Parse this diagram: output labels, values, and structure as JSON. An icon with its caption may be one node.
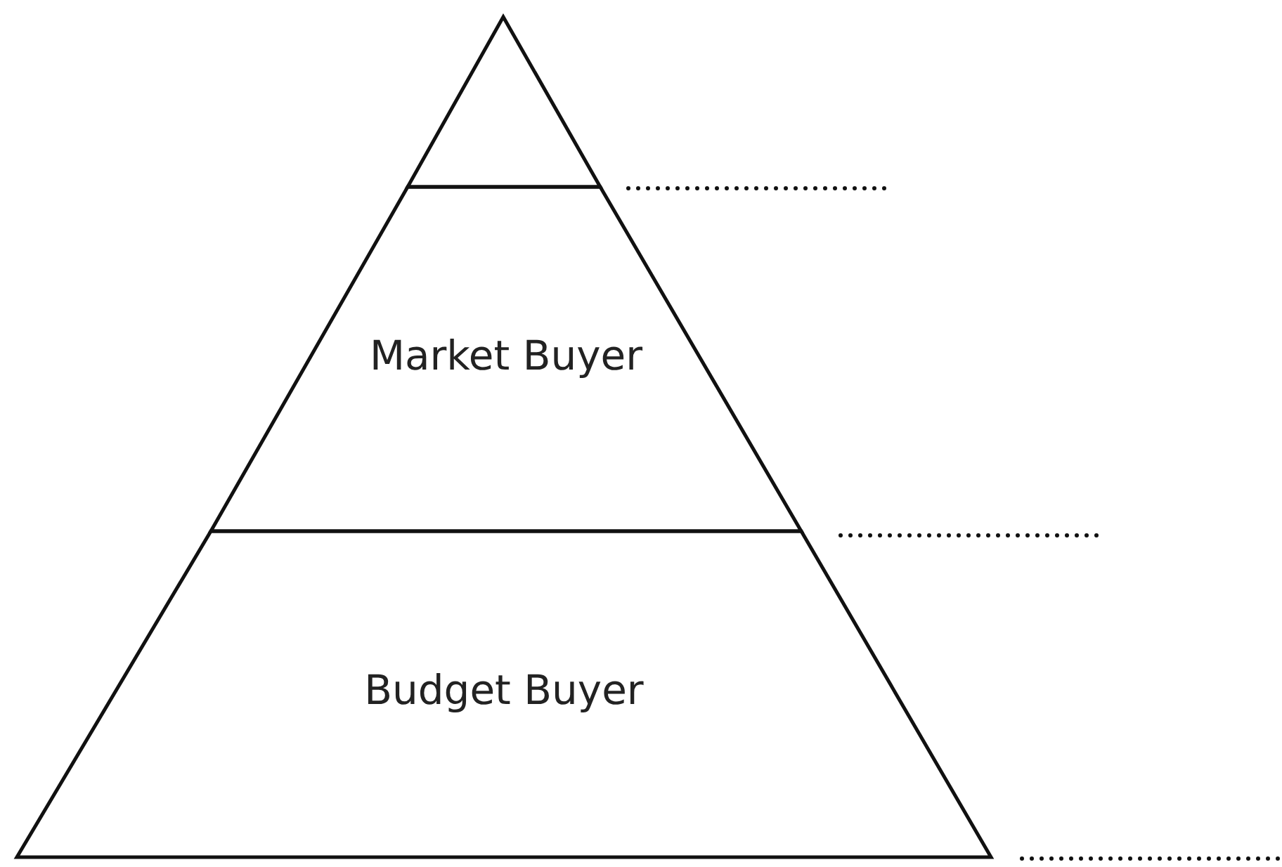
{
  "diagram": {
    "nodes": [
      {
        "text": [],
        "shape": "triangle"
      },
      {
        "text": [
          "Market Buyer"
        ]
      },
      {
        "text": [
          "Budget Buyer"
        ]
      }
    ]
  }
}
